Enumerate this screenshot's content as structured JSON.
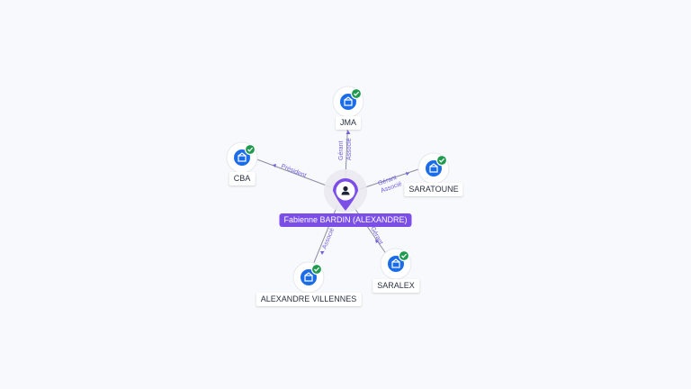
{
  "center": {
    "label": "Fabienne BARDIN (ALEXANDRE)",
    "icon": "person-icon",
    "color": "#7b4ee8"
  },
  "companies": [
    {
      "id": "jma",
      "label": "JMA",
      "relations": [
        "Gérant",
        "Associé"
      ],
      "icon": "company-icon",
      "status": "check-icon"
    },
    {
      "id": "cba",
      "label": "CBA",
      "relations": [
        "Président"
      ],
      "icon": "company-icon",
      "status": "check-icon"
    },
    {
      "id": "saratoune",
      "label": "SARATOUNE",
      "relations": [
        "Gérant",
        "Associé"
      ],
      "icon": "company-icon",
      "status": "check-icon"
    },
    {
      "id": "alexandre-villennes",
      "label": "ALEXANDRE VILLENNES",
      "relations": [
        "Associé"
      ],
      "icon": "company-icon",
      "status": "check-icon"
    },
    {
      "id": "saralex",
      "label": "SARALEX",
      "relations": [
        "Gérant"
      ],
      "icon": "company-icon",
      "status": "check-icon"
    }
  ],
  "colors": {
    "node": "#1a6ce8",
    "check": "#1f9a4f",
    "relation_text": "#6d5fe0",
    "edge": "#8a8ea0"
  }
}
